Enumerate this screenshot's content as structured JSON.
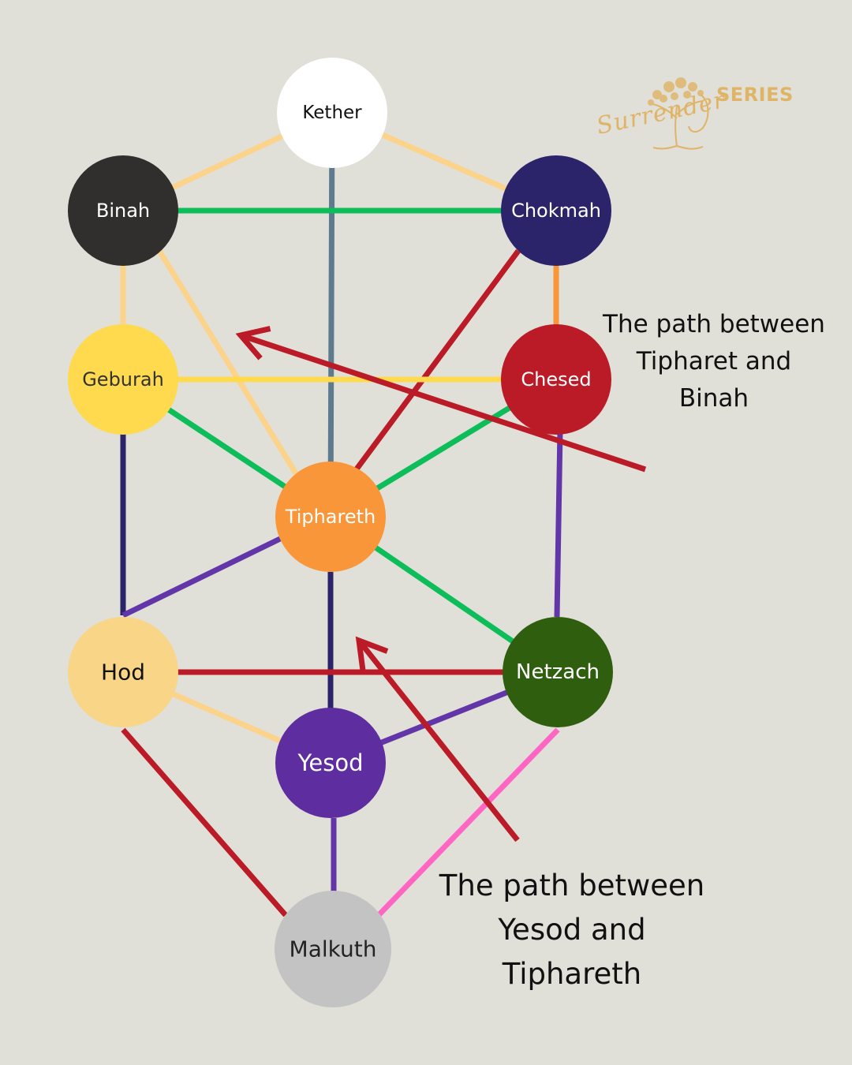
{
  "nodes": [
    {
      "id": "kether",
      "label": "Kether",
      "fill": "#ffffff",
      "text_color": "#111111"
    },
    {
      "id": "binah",
      "label": "Binah",
      "fill": "#302f2d",
      "text_color": "#ffffff"
    },
    {
      "id": "chokmah",
      "label": "Chokmah",
      "fill": "#2b246a",
      "text_color": "#ffffff"
    },
    {
      "id": "geburah",
      "label": "Geburah",
      "fill": "#ffda4f",
      "text_color": "#333333"
    },
    {
      "id": "chesed",
      "label": "Chesed",
      "fill": "#bb1b27",
      "text_color": "#ffffff"
    },
    {
      "id": "tiphareth",
      "label": "Tiphareth",
      "fill": "#f9963a",
      "text_color": "#ffffff"
    },
    {
      "id": "hod",
      "label": "Hod",
      "fill": "#f9d587",
      "text_color": "#111111"
    },
    {
      "id": "netzach",
      "label": "Netzach",
      "fill": "#2f5e0e",
      "text_color": "#ffffff"
    },
    {
      "id": "yesod",
      "label": "Yesod",
      "fill": "#5e2ea0",
      "text_color": "#ffffff"
    },
    {
      "id": "malkuth",
      "label": "Malkuth",
      "fill": "#c3c3c3",
      "text_color": "#222222"
    }
  ],
  "paths": [
    {
      "from": "kether",
      "to": "binah",
      "color": "#fcd38a"
    },
    {
      "from": "kether",
      "to": "chokmah",
      "color": "#fcd38a"
    },
    {
      "from": "kether",
      "to": "tiphareth",
      "color": "#5d7a8e"
    },
    {
      "from": "binah",
      "to": "chokmah",
      "color": "#0cbd5a"
    },
    {
      "from": "binah",
      "to": "geburah",
      "color": "#fcd38a"
    },
    {
      "from": "binah",
      "to": "tiphareth",
      "color": "#fcd38a"
    },
    {
      "from": "chokmah",
      "to": "chesed",
      "color": "#f9963a"
    },
    {
      "from": "chokmah",
      "to": "tiphareth",
      "color": "#bb1b27"
    },
    {
      "from": "geburah",
      "to": "chesed",
      "color": "#ffda4f"
    },
    {
      "from": "geburah",
      "to": "tiphareth",
      "color": "#0cbd5a"
    },
    {
      "from": "geburah",
      "to": "hod",
      "color": "#2b246a"
    },
    {
      "from": "chesed",
      "to": "tiphareth",
      "color": "#0cbd5a"
    },
    {
      "from": "chesed",
      "to": "netzach",
      "color": "#6236a8"
    },
    {
      "from": "tiphareth",
      "to": "hod",
      "color": "#6236a8"
    },
    {
      "from": "tiphareth",
      "to": "netzach",
      "color": "#0cbd5a"
    },
    {
      "from": "tiphareth",
      "to": "yesod",
      "color": "#2b246a"
    },
    {
      "from": "hod",
      "to": "netzach",
      "color": "#bb1b27"
    },
    {
      "from": "hod",
      "to": "yesod",
      "color": "#fcd38a"
    },
    {
      "from": "hod",
      "to": "malkuth",
      "color": "#bb1b27"
    },
    {
      "from": "netzach",
      "to": "yesod",
      "color": "#6236a8"
    },
    {
      "from": "netzach",
      "to": "malkuth",
      "color": "#ff66c4"
    },
    {
      "from": "yesod",
      "to": "malkuth",
      "color": "#6236a8"
    }
  ],
  "annotations": [
    {
      "id": "cap1",
      "text": "The path between\nTipharet and\nBinah",
      "points_to": "tiphareth-binah"
    },
    {
      "id": "cap2",
      "text": "The path between\nYesod and\nTiphareth",
      "points_to": "tiphareth-yesod"
    }
  ],
  "arrow_color": "#bb1b27",
  "logo": {
    "word": "Surrender",
    "series": "SERIES",
    "color": "#e0b466"
  },
  "background": "#e0dfd8"
}
